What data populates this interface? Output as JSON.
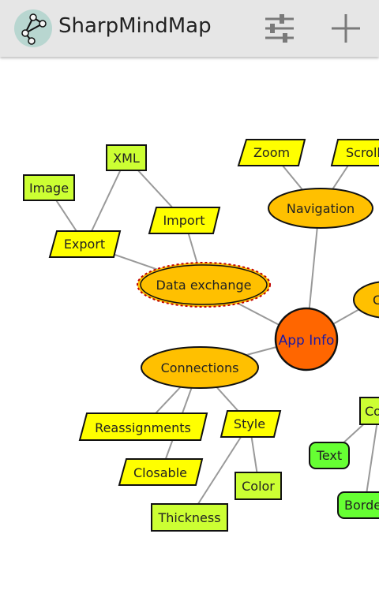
{
  "app": {
    "title": "SharpMindMap",
    "icon": "mindmap-app-icon",
    "actions": [
      {
        "name": "settings-sliders-icon",
        "label": "Settings"
      },
      {
        "name": "add-icon",
        "label": "Add"
      }
    ]
  },
  "colors": {
    "actionbar": "#e6e6e6",
    "leaf_yellow": "#ffff00",
    "leaf_green": "#66ff33",
    "hub_orange": "#ffc000",
    "root_red": "#ff6600",
    "lines": "#999999"
  },
  "map": {
    "root": "App Info",
    "hubs": {
      "data_exchange": "Data exchange",
      "navigation": "Navigation",
      "connections": "Connections",
      "offscreen": "C"
    },
    "leaves": {
      "xml": "XML",
      "image": "Image",
      "export": "Export",
      "import": "Import",
      "zoom": "Zoom",
      "scroll": "Scroll",
      "reassignments": "Reassignments",
      "closable": "Closable",
      "style": "Style",
      "color": "Color",
      "thickness": "Thickness",
      "co": "Co",
      "text": "Text",
      "border": "Borde"
    }
  }
}
